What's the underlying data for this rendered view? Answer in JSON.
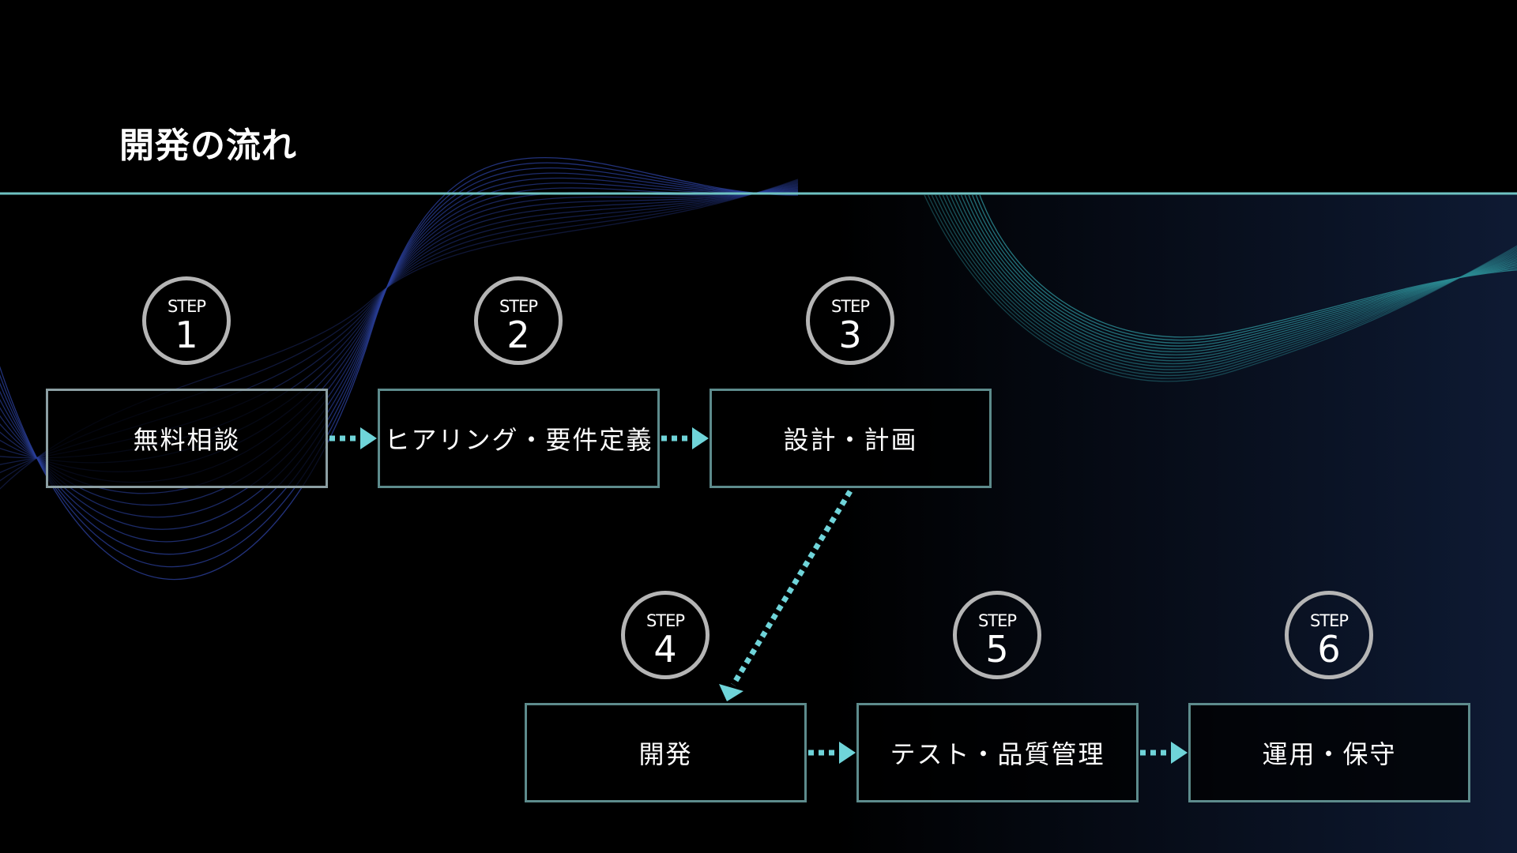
{
  "page": {
    "title": "開発の流れ"
  },
  "colors": {
    "background": "#000000",
    "divider": "#6fc3c3",
    "connector": "#6fd4d9",
    "badge_ring": "#b5b5b5",
    "box_border": "#5d8b8c",
    "wave_left": "#2a3f9a",
    "wave_right": "#2b8a92"
  },
  "steps": [
    {
      "word": "STEP",
      "number": "1",
      "label": "無料相談"
    },
    {
      "word": "STEP",
      "number": "2",
      "label": "ヒアリング・要件定義"
    },
    {
      "word": "STEP",
      "number": "3",
      "label": "設計・計画"
    },
    {
      "word": "STEP",
      "number": "4",
      "label": "開発"
    },
    {
      "word": "STEP",
      "number": "5",
      "label": "テスト・品質管理"
    },
    {
      "word": "STEP",
      "number": "6",
      "label": "運用・保守"
    }
  ]
}
